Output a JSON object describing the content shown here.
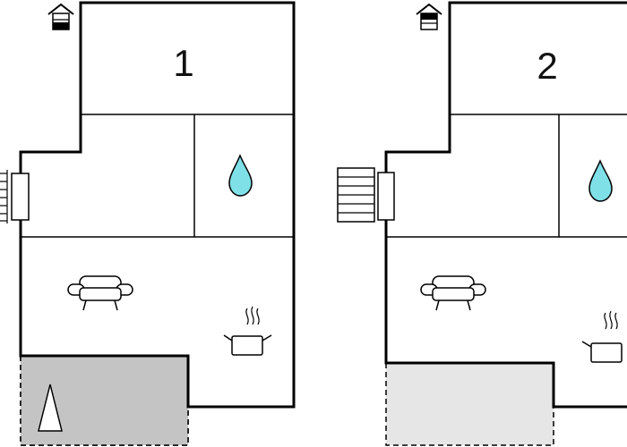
{
  "floorplan": {
    "units": [
      {
        "label": "1",
        "terrace_shade": "dark"
      },
      {
        "label": "2",
        "terrace_shade": "light"
      }
    ],
    "colors": {
      "wall": "#000000",
      "terrace_dark": "#c4c4c4",
      "terrace_light": "#e6e6e6",
      "water": "#7fe0e8"
    },
    "icons": [
      "house-icon",
      "water-drop-icon",
      "sofa-icon",
      "cooking-pot-icon",
      "stairs-icon",
      "north-arrow-icon"
    ]
  }
}
